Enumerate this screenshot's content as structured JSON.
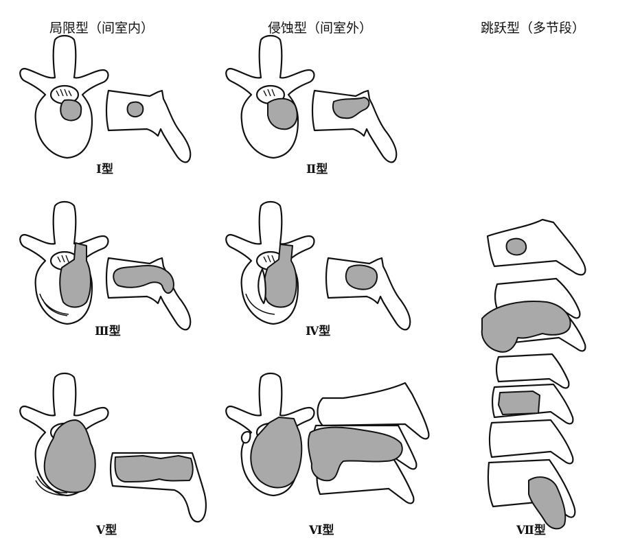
{
  "headers": {
    "localized": "局限型（间室内）",
    "erosive": "侵蚀型（间室外）",
    "skip": "跳跃型（多节段）"
  },
  "types": {
    "t1": "Ⅰ型",
    "t2": "Ⅱ型",
    "t3": "Ⅲ型",
    "t4": "Ⅳ型",
    "t5": "Ⅴ型",
    "t6": "Ⅵ型",
    "t7": "Ⅶ型"
  },
  "colors": {
    "tumor_fill": "#a9a9a9",
    "outline": "#111111"
  }
}
